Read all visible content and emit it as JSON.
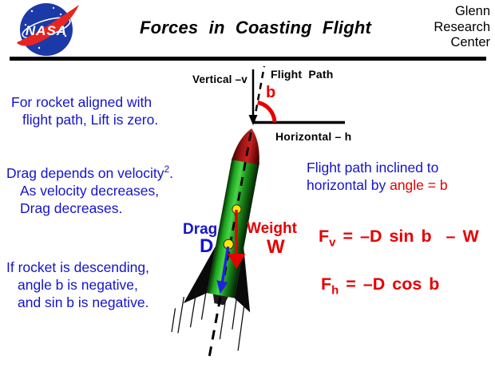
{
  "header": {
    "logo_text": "NASA",
    "title": "Forces in Coasting Flight",
    "org_lines": [
      "Glenn",
      "Research",
      "Center"
    ]
  },
  "axis_diagram": {
    "vertical_label": "Vertical –v",
    "flight_path_label": "Flight Path",
    "angle_label": "b",
    "horizontal_label": "Horizontal – h"
  },
  "notes": {
    "note1_line1": "For rocket aligned with",
    "note1_line2": "flight path, Lift is zero.",
    "note2_line1": "Drag depends on velocity",
    "note2_sup": "2",
    "note2_tail": ".",
    "note2_line2": "As velocity decreases,",
    "note2_line3": "Drag decreases.",
    "note3_line1": "If rocket is descending,",
    "note3_line2": "angle b is negative,",
    "note3_line3": "and sin b is negative.",
    "incline_line1": "Flight path inclined to",
    "incline_line2_blue": "horizontal by ",
    "incline_line2_red": "angle = b"
  },
  "forces": {
    "drag_label": "Drag",
    "drag_symbol": "D",
    "weight_label": "Weight",
    "weight_symbol": "W"
  },
  "equations": {
    "fv_lhs": "F",
    "fv_sub": "v",
    "fv_rhs": " = –D sin b  – W",
    "fh_lhs": "F",
    "fh_sub": "h",
    "fh_rhs": " = –D cos b"
  },
  "colors": {
    "blue_text": "#1414CC",
    "red": "#E60000",
    "black": "#000000",
    "logo_blue": "#1C39A8",
    "logo_red": "#E8251F",
    "dot_yellow": "#FFE800",
    "rocket_green": "#2EB82E",
    "nose_dark_red": "#8F1010",
    "fin_black": "#0A0A0A"
  }
}
